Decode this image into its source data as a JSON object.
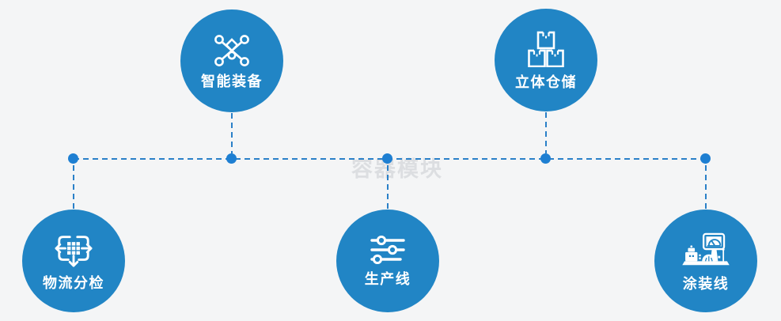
{
  "colors": {
    "background": "#f4f5f6",
    "circle_fill": "#2185c5",
    "connector": "#2a80c8",
    "node_dot": "#1e7fd2",
    "label_text": "#ffffff",
    "watermark_text": "#c9ccd0"
  },
  "watermark": {
    "text": "容器模块"
  },
  "nodes": [
    {
      "id": "smart-equipment",
      "label": "智能装备",
      "icon": "network-nodes-icon",
      "row": "top"
    },
    {
      "id": "warehouse-storage",
      "label": "立体仓储",
      "icon": "stacked-boxes-icon",
      "row": "top"
    },
    {
      "id": "logistics-sorting",
      "label": "物流分检",
      "icon": "sorting-arrows-icon",
      "row": "bottom"
    },
    {
      "id": "production-line",
      "label": "生产线",
      "icon": "sliders-icon",
      "row": "bottom"
    },
    {
      "id": "painting-line",
      "label": "涂装线",
      "icon": "machine-monitor-icon",
      "row": "bottom"
    }
  ]
}
